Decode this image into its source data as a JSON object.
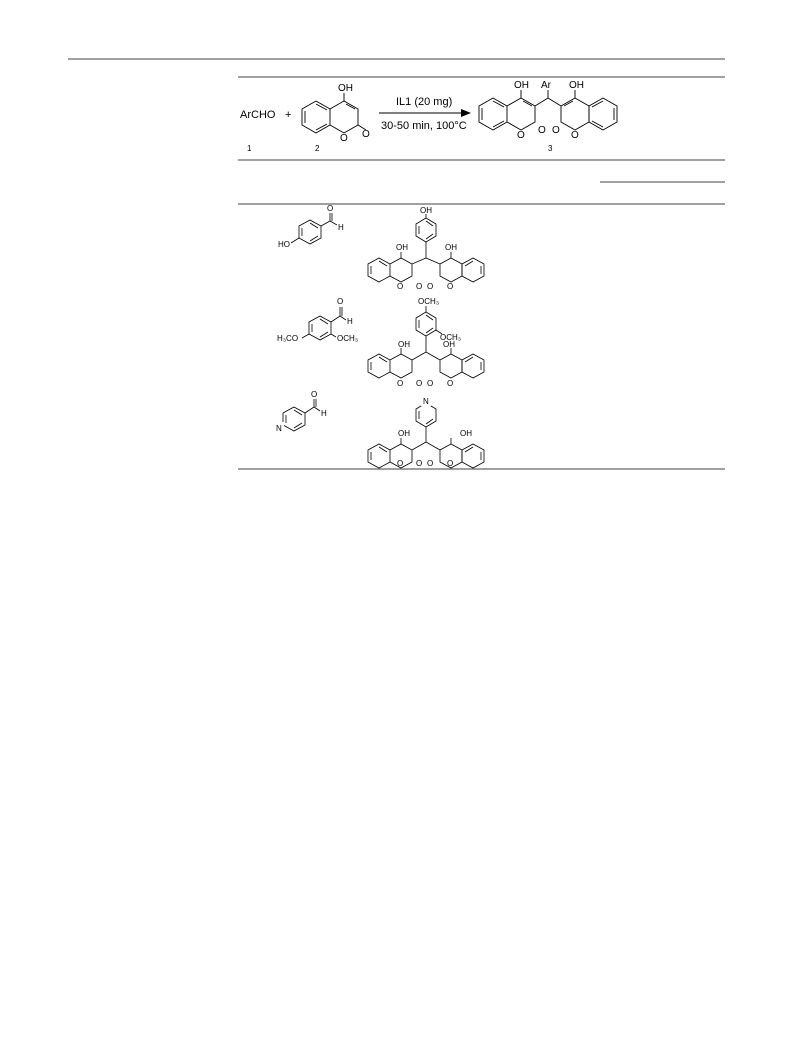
{
  "scheme": {
    "reactant1": "ArCHO",
    "plus": "+",
    "oh": "OH",
    "ar": "Ar",
    "carbonyl_o": "O",
    "ring_o": "O",
    "conditions_top": "IL1 (20 mg)",
    "conditions_bottom": "30-50 min, 100°C",
    "label1": "1",
    "label2": "2",
    "label3": "3"
  },
  "rows": [
    {
      "aldehyde": {
        "o": "O",
        "h": "H",
        "sub": "HO"
      },
      "product": {
        "top": "OH",
        "oh_left": "OH",
        "oh_right": "OH",
        "o": "O"
      }
    },
    {
      "aldehyde": {
        "o": "O",
        "h": "H",
        "sub_left": "H₃CO",
        "sub_right": "OCH₃"
      },
      "product": {
        "top": "OCH₃",
        "side": "OCH₃",
        "oh_left": "OH",
        "oh_right": "OH",
        "o": "O"
      }
    },
    {
      "aldehyde": {
        "o": "O",
        "h": "H",
        "n": "N"
      },
      "product": {
        "n": "N",
        "oh_left": "OH",
        "oh_right": "OH",
        "o": "O"
      }
    }
  ]
}
